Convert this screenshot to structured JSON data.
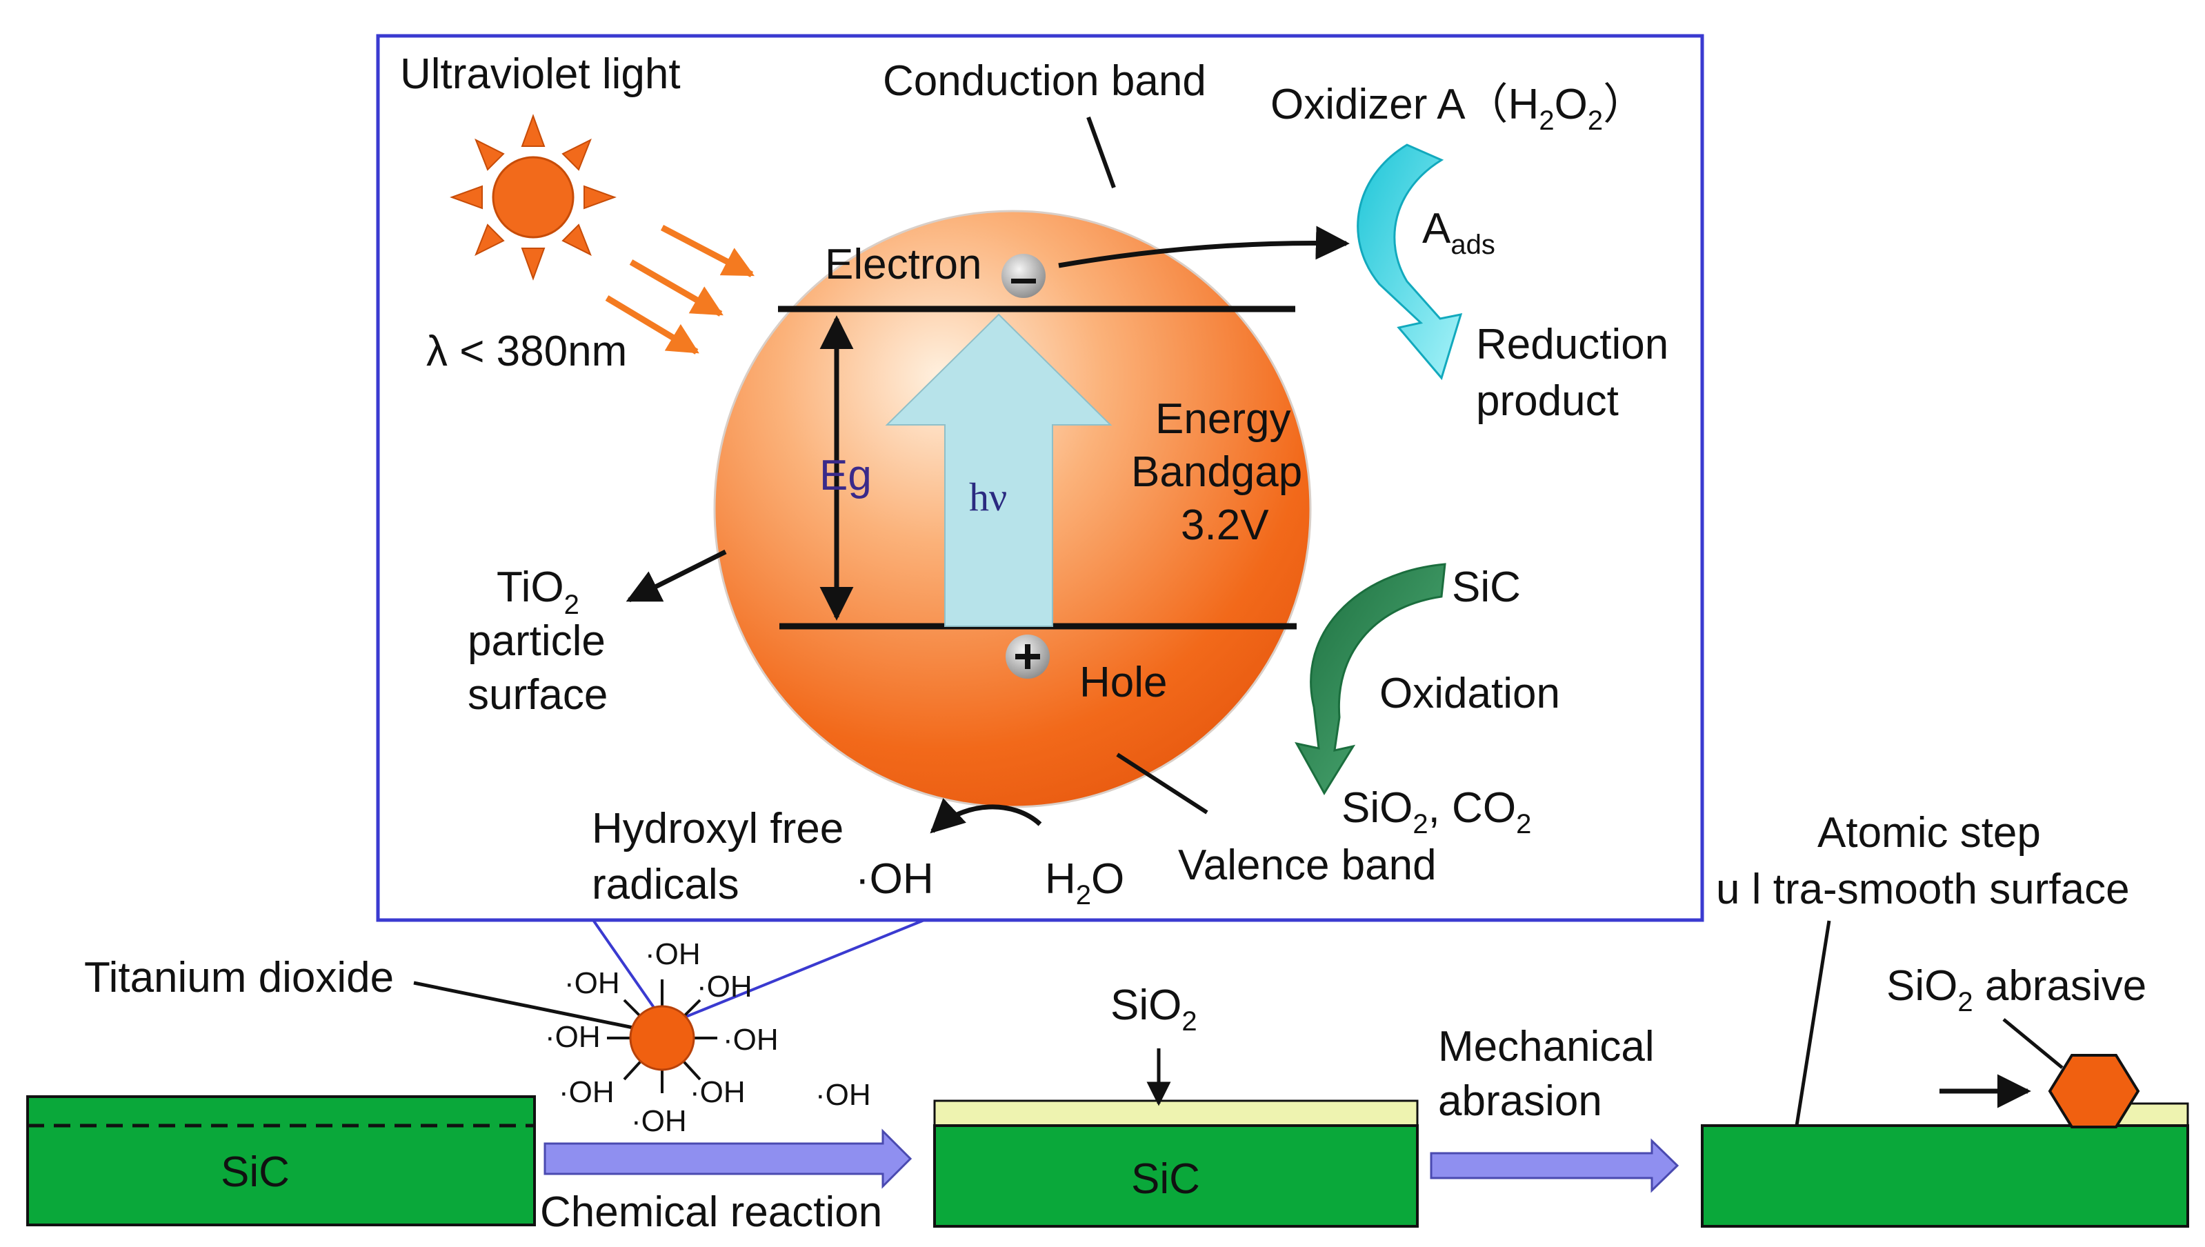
{
  "colors": {
    "panel_border": "#3a3ad0",
    "sic_green": "#0aa83a",
    "oxide_layer": "#eef3b0",
    "flow_arrow": "#8f8ff0",
    "tio2_orange": "#f06010",
    "sun_orange": "#f26a1b",
    "uv_arrow": "#f47a20",
    "hv_arrow": "#b7e3ea",
    "reduction_arrow": "#33d2e0",
    "oxidation_arrow": "#2f8a55",
    "eg_label": "#3a2a8a"
  },
  "icons": {
    "sun": "sun-icon",
    "electron": "minus-circle-icon",
    "hole": "plus-circle-icon",
    "tio2_particle": "particle-icon",
    "abrasive": "hexagon-icon"
  },
  "panel": {
    "uv_light": "Ultraviolet light",
    "wavelength": "λ < 380nm",
    "conduction_band": "Conduction band",
    "electron": "Electron",
    "eg": "Eg",
    "hv": "hν",
    "energy_bandgap": [
      "Energy",
      "Bandgap",
      "3.2V"
    ],
    "hole": "Hole",
    "valence_band": "Valence band",
    "tio2_surface": {
      "base": "TiO",
      "sub": "2",
      "line2": "particle",
      "line3": "surface"
    },
    "oxidizer": {
      "text": "Oxidizer A（H",
      "sub1": "2",
      "mid": "O",
      "sub2": "2",
      "close": "）"
    },
    "aads": {
      "base": "A",
      "sub": "ads"
    },
    "reduction_product": [
      "Reduction",
      "product"
    ],
    "sic": "SiC",
    "oxidation": "Oxidation",
    "oxidation_products": {
      "base": "SiO",
      "sub": "2",
      "rest": ", CO",
      "sub2": "2"
    },
    "hydroxyl": [
      "Hydroxyl free",
      "radicals"
    ],
    "oh_product": "·OH",
    "water": {
      "base": "H",
      "sub": "2",
      "rest": "O"
    }
  },
  "bottom": {
    "titanium_dioxide": "Titanium dioxide",
    "oh": "·OH",
    "sic_left": "SiC",
    "chemical_reaction": "Chemical reaction",
    "sio2_layer": {
      "base": "SiO",
      "sub": "2"
    },
    "sic_middle": "SiC",
    "mechanical_abrasion": [
      "Mechanical",
      "abrasion"
    ],
    "atomic_step": [
      "Atomic step",
      "u l tra-smooth surface"
    ],
    "abrasive": {
      "base": "SiO",
      "sub": "2",
      "rest": " abrasive"
    }
  }
}
